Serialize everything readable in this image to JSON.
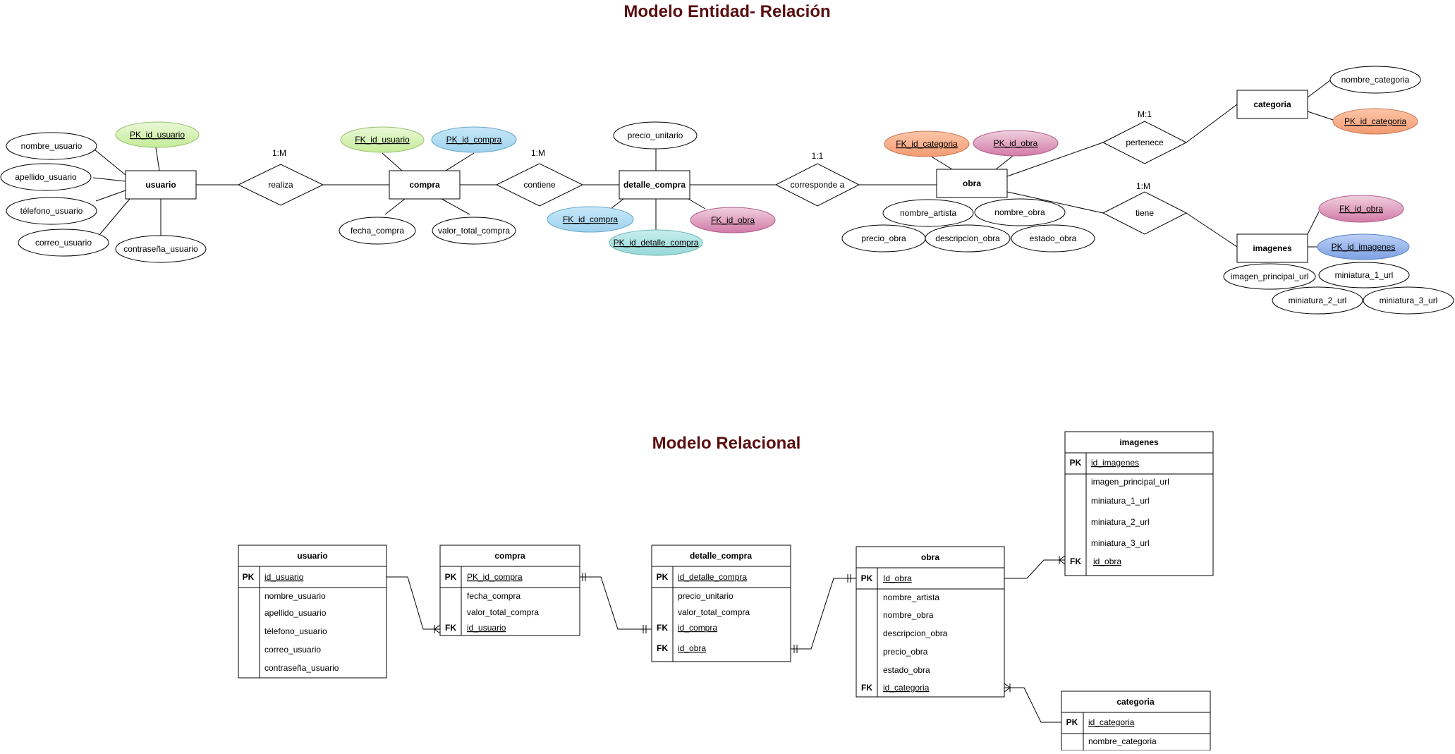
{
  "er": {
    "title": "Modelo Entidad- Relación",
    "entities": {
      "usuario": "usuario",
      "compra": "compra",
      "detalle_compra": "detalle_compra",
      "obra": "obra",
      "categoria": "categoria",
      "imagenes": "imagenes"
    },
    "relationships": {
      "realiza": "realiza",
      "contiene": "contiene",
      "corresponde": "corresponde a",
      "pertenece": "pertenece",
      "tiene": "tiene"
    },
    "cardinalities": {
      "realiza": "1:M",
      "contiene": "1:M",
      "corresponde": "1:1",
      "pertenece": "M:1",
      "tiene": "1:M"
    },
    "attributes": {
      "usuario_pk": "PK_id_usuario",
      "nombre_usuario": "nombre_usuario",
      "apellido_usuario": "apellido_usuario",
      "telefono_usuario": "télefono_usuario",
      "correo_usuario": "correo_usuario",
      "contrasena_usuario": "contraseña_usuario",
      "compra_fk_usuario": "FK_id_usuario",
      "compra_pk": "PK_id_compra",
      "fecha_compra": "fecha_compra",
      "valor_total_compra": "valor_total_compra",
      "precio_unitario": "precio_unitario",
      "detalle_fk_compra": "FK_id_compra",
      "detalle_pk": "PK_id_detalle_compra",
      "detalle_fk_obra": "FK_id_obra",
      "obra_fk_categoria": "FK_id_categoria",
      "obra_pk": "PK_id_obra",
      "nombre_artista": "nombre_artista",
      "nombre_obra": "nombre_obra",
      "precio_obra": "precio_obra",
      "descripcion_obra": "descripcion_obra",
      "estado_obra": "estado_obra",
      "nombre_categoria": "nombre_categoria",
      "categoria_pk": "PK_id_categoria",
      "imagenes_fk_obra": "FK_id_obra",
      "imagenes_pk": "PK_id_imagenes",
      "imagen_principal_url": "imagen_principal_url",
      "miniatura_1_url": "miniatura_1_url",
      "miniatura_2_url": "miniatura_2_url",
      "miniatura_3_url": "miniatura_3_url"
    }
  },
  "relational": {
    "title": "Modelo Relacional",
    "tables": {
      "usuario": {
        "name": "usuario",
        "rows": [
          {
            "key": "PK",
            "field": "id_usuario"
          },
          {
            "key": "",
            "field": "nombre_usuario"
          },
          {
            "key": "",
            "field": "apellido_usuario"
          },
          {
            "key": "",
            "field": "télefono_usuario"
          },
          {
            "key": "",
            "field": "correo_usuario"
          },
          {
            "key": "",
            "field": "contraseña_usuario"
          }
        ]
      },
      "compra": {
        "name": "compra",
        "rows": [
          {
            "key": "PK",
            "field": "PK_id_compra"
          },
          {
            "key": "",
            "field": "fecha_compra"
          },
          {
            "key": "",
            "field": "valor_total_compra"
          },
          {
            "key": "FK",
            "field": "id_usuario"
          }
        ]
      },
      "detalle_compra": {
        "name": "detalle_compra",
        "rows": [
          {
            "key": "PK",
            "field": "id_detalle_compra"
          },
          {
            "key": "",
            "field": "precio_unitario"
          },
          {
            "key": "",
            "field": "valor_total_compra"
          },
          {
            "key": "FK",
            "field": "id_compra"
          },
          {
            "key": "FK",
            "field": "id_obra"
          }
        ]
      },
      "obra": {
        "name": "obra",
        "rows": [
          {
            "key": "PK",
            "field": "Id_obra"
          },
          {
            "key": "",
            "field": "nombre_artista"
          },
          {
            "key": "",
            "field": "nombre_obra"
          },
          {
            "key": "",
            "field": "descripcion_obra"
          },
          {
            "key": "",
            "field": "precio_obra"
          },
          {
            "key": "",
            "field": "estado_obra"
          },
          {
            "key": "FK",
            "field": "id_categoria"
          }
        ]
      },
      "imagenes": {
        "name": "imagenes",
        "rows": [
          {
            "key": "PK",
            "field": "id_imagenes"
          },
          {
            "key": "",
            "field": "imagen_principal_url"
          },
          {
            "key": "",
            "field": "miniatura_1_url"
          },
          {
            "key": "",
            "field": "miniatura_2_url"
          },
          {
            "key": "",
            "field": "miniatura_3_url"
          },
          {
            "key": "FK",
            "field": "id_obra"
          }
        ]
      },
      "categoria": {
        "name": "categoria",
        "rows": [
          {
            "key": "PK",
            "field": "id_categoria"
          },
          {
            "key": "",
            "field": "nombre_categoria"
          }
        ]
      }
    }
  },
  "colors": {
    "title": "#5a0f10",
    "green": "#d4f0b0",
    "blue": "#a8d8f0",
    "pink": "#d98cb3",
    "orange": "#f6a982",
    "teal": "#a6e0e0",
    "blue2": "#8eaee8"
  }
}
